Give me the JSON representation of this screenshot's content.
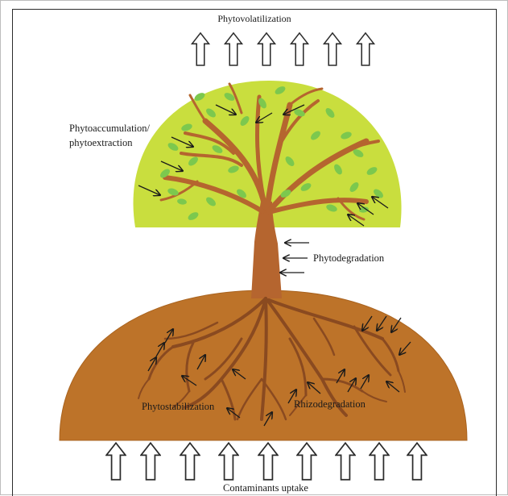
{
  "labels": {
    "top": "Phytovolatilization",
    "accumulation_line1": "Phytoaccumulation/",
    "accumulation_line2": "phytoextraction",
    "degradation": "Phytodegradation",
    "stabilization": "Phytostabilization",
    "rhizodegradation": "Rhizodegradation",
    "bottom": "Contaminants uptake"
  },
  "colors": {
    "canopy": "#c9de3e",
    "leaf": "#7cc84e",
    "leaf_dark": "#5fae3c",
    "trunk": "#b5652f",
    "soil": "#bd7329",
    "root": "#8a4a20",
    "arrow": "#1a1a1a"
  }
}
